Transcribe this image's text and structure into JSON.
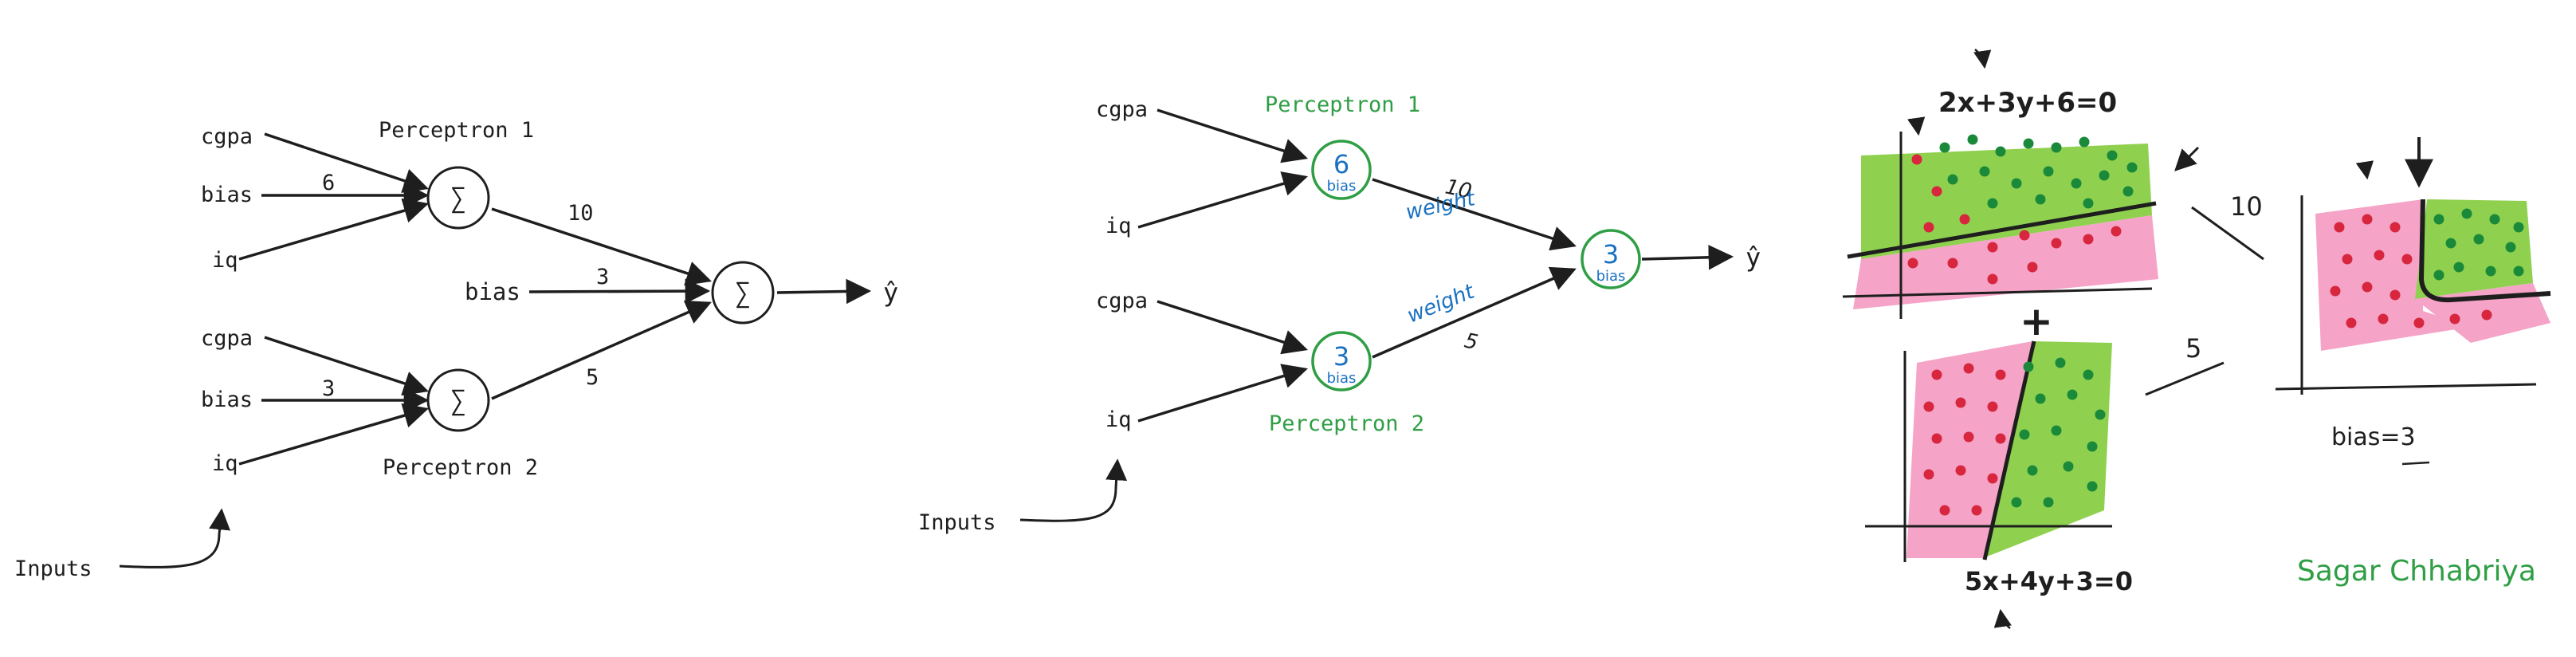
{
  "left_diagram": {
    "p1_inputs": [
      "cgpa",
      "bias",
      "iq"
    ],
    "p1_bias_weight": "6",
    "p1_title": "Perceptron 1",
    "p2_inputs": [
      "cgpa",
      "bias",
      "iq"
    ],
    "p2_bias_weight": "3",
    "p2_title": "Perceptron 2",
    "sum_symbol": "∑",
    "out_bias_label": "bias",
    "out_bias_weight": "3",
    "w_top": "10",
    "w_bottom": "5",
    "output": "ŷ",
    "inputs_caption": "Inputs"
  },
  "middle_diagram": {
    "top_inputs": [
      "cgpa",
      "iq"
    ],
    "bottom_inputs": [
      "cgpa",
      "iq"
    ],
    "p1_title": "Perceptron 1",
    "p2_title": "Perceptron 2",
    "node1_value": "6",
    "node2_value": "3",
    "out_value": "3",
    "bias_word": "bias",
    "w_top": "10",
    "w_bottom": "5",
    "weight_word": "weight",
    "output": "ŷ",
    "inputs_caption": "Inputs"
  },
  "right_sketch": {
    "eq_top": "2x+3y+6=0",
    "eq_bottom": "5x+4y+3=0",
    "plus": "+",
    "w_top": "10",
    "w_bottom": "5",
    "bias_caption": "bias=3",
    "author": "Sagar Chhabriya"
  },
  "colors": {
    "green": "#2f9e44",
    "blue": "#1971c2",
    "region_green": "#8fd14f",
    "region_pink": "#f5a3c7",
    "dot_green": "#1a8a3a",
    "dot_red": "#d7263d"
  }
}
